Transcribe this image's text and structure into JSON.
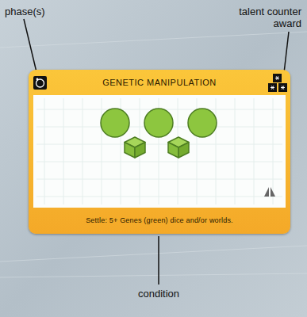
{
  "diagram": {
    "nodes": [
      {
        "text": [
          "GENETIC MANIPULATION",
          "Settle: 5+ Genes (green) dice and/or worlds."
        ]
      }
    ],
    "labels": [
      "phase(s)",
      "talent counter award",
      "condition"
    ]
  }
}
